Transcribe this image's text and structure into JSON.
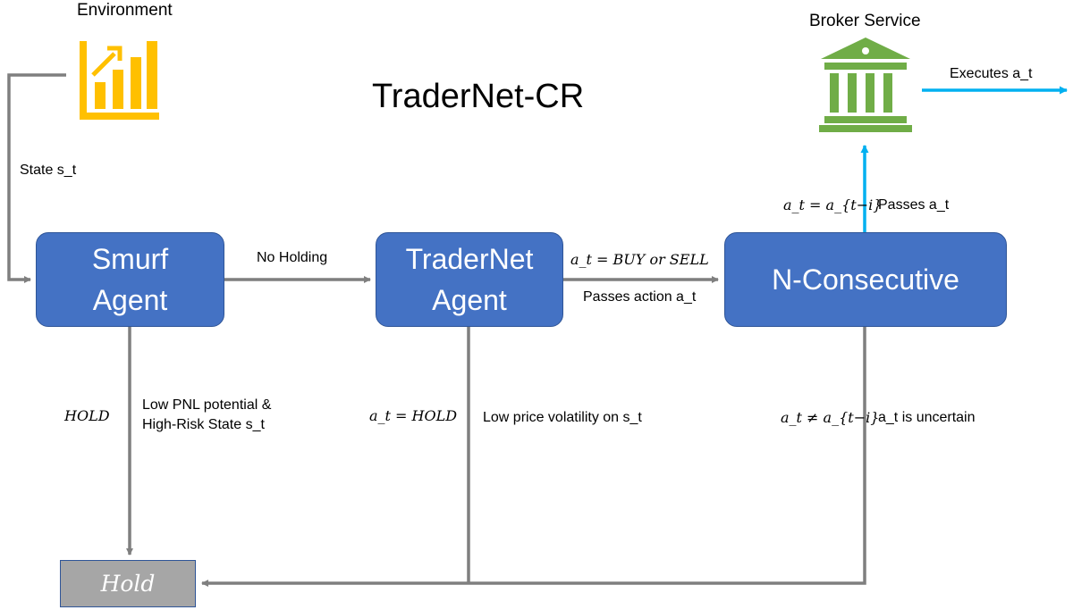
{
  "title": "TraderNet-CR",
  "environment": {
    "caption": "Environment",
    "icon": "bar-chart-growth-icon",
    "color": "#ffc000"
  },
  "broker": {
    "caption": "Broker Service",
    "icon": "bank-building-icon",
    "color": "#70ad47"
  },
  "nodes": {
    "smurf": "Smurf\nAgent",
    "tradernet": "TraderNet\nAgent",
    "nconsecutive": "N-Consecutive",
    "hold": "Hold"
  },
  "labels": {
    "state": "State s_t",
    "no_holding": "No Holding",
    "buy_or_sell": "a_t = BUY or SELL",
    "passes_action": "Passes action a_t",
    "a_equals_prev": "a_t = a_{t−i}",
    "passes_at": "Passes a_t",
    "executes_at": "Executes a_t",
    "hold_math": "HOLD",
    "low_pnl": "Low PNL potential &\nHigh-Risk State s_t",
    "at_hold": "a_t = HOLD",
    "low_volatility": "Low price volatility on s_t",
    "a_not_prev": "a_t ≠ a_{t−i}",
    "uncertain": "a_t is uncertain"
  },
  "colors": {
    "node_fill": "#4472c4",
    "node_border": "#2f5597",
    "hold_fill": "#a6a6a6",
    "connector": "#7f7f7f",
    "execute_arrow": "#00b0f0"
  }
}
